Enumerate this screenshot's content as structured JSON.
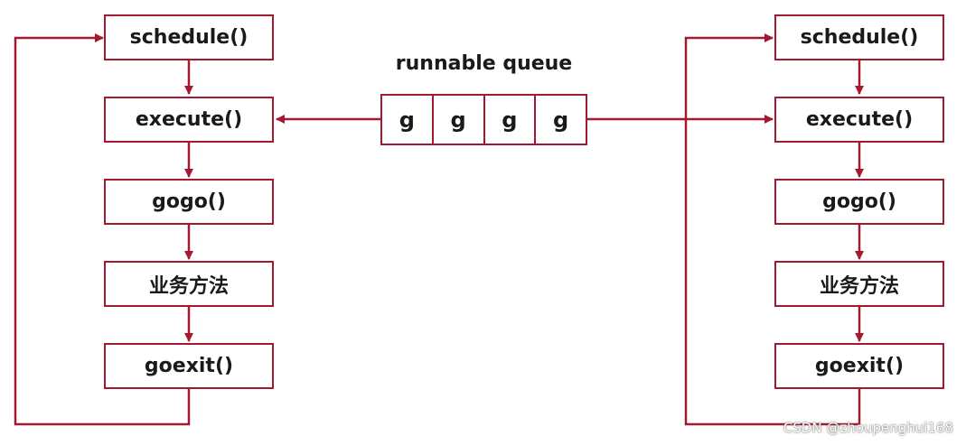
{
  "queue": {
    "title": "runnable queue",
    "cells": [
      "g",
      "g",
      "g",
      "g"
    ]
  },
  "left_column": {
    "steps": [
      "schedule()",
      "execute()",
      "gogo()",
      "业务方法",
      "goexit()"
    ]
  },
  "right_column": {
    "steps": [
      "schedule()",
      "execute()",
      "gogo()",
      "业务方法",
      "goexit()"
    ]
  },
  "watermark": "CSDN @zhoupenghui168",
  "colors": {
    "accent": "#a3192f",
    "text": "#1a1a1a"
  }
}
